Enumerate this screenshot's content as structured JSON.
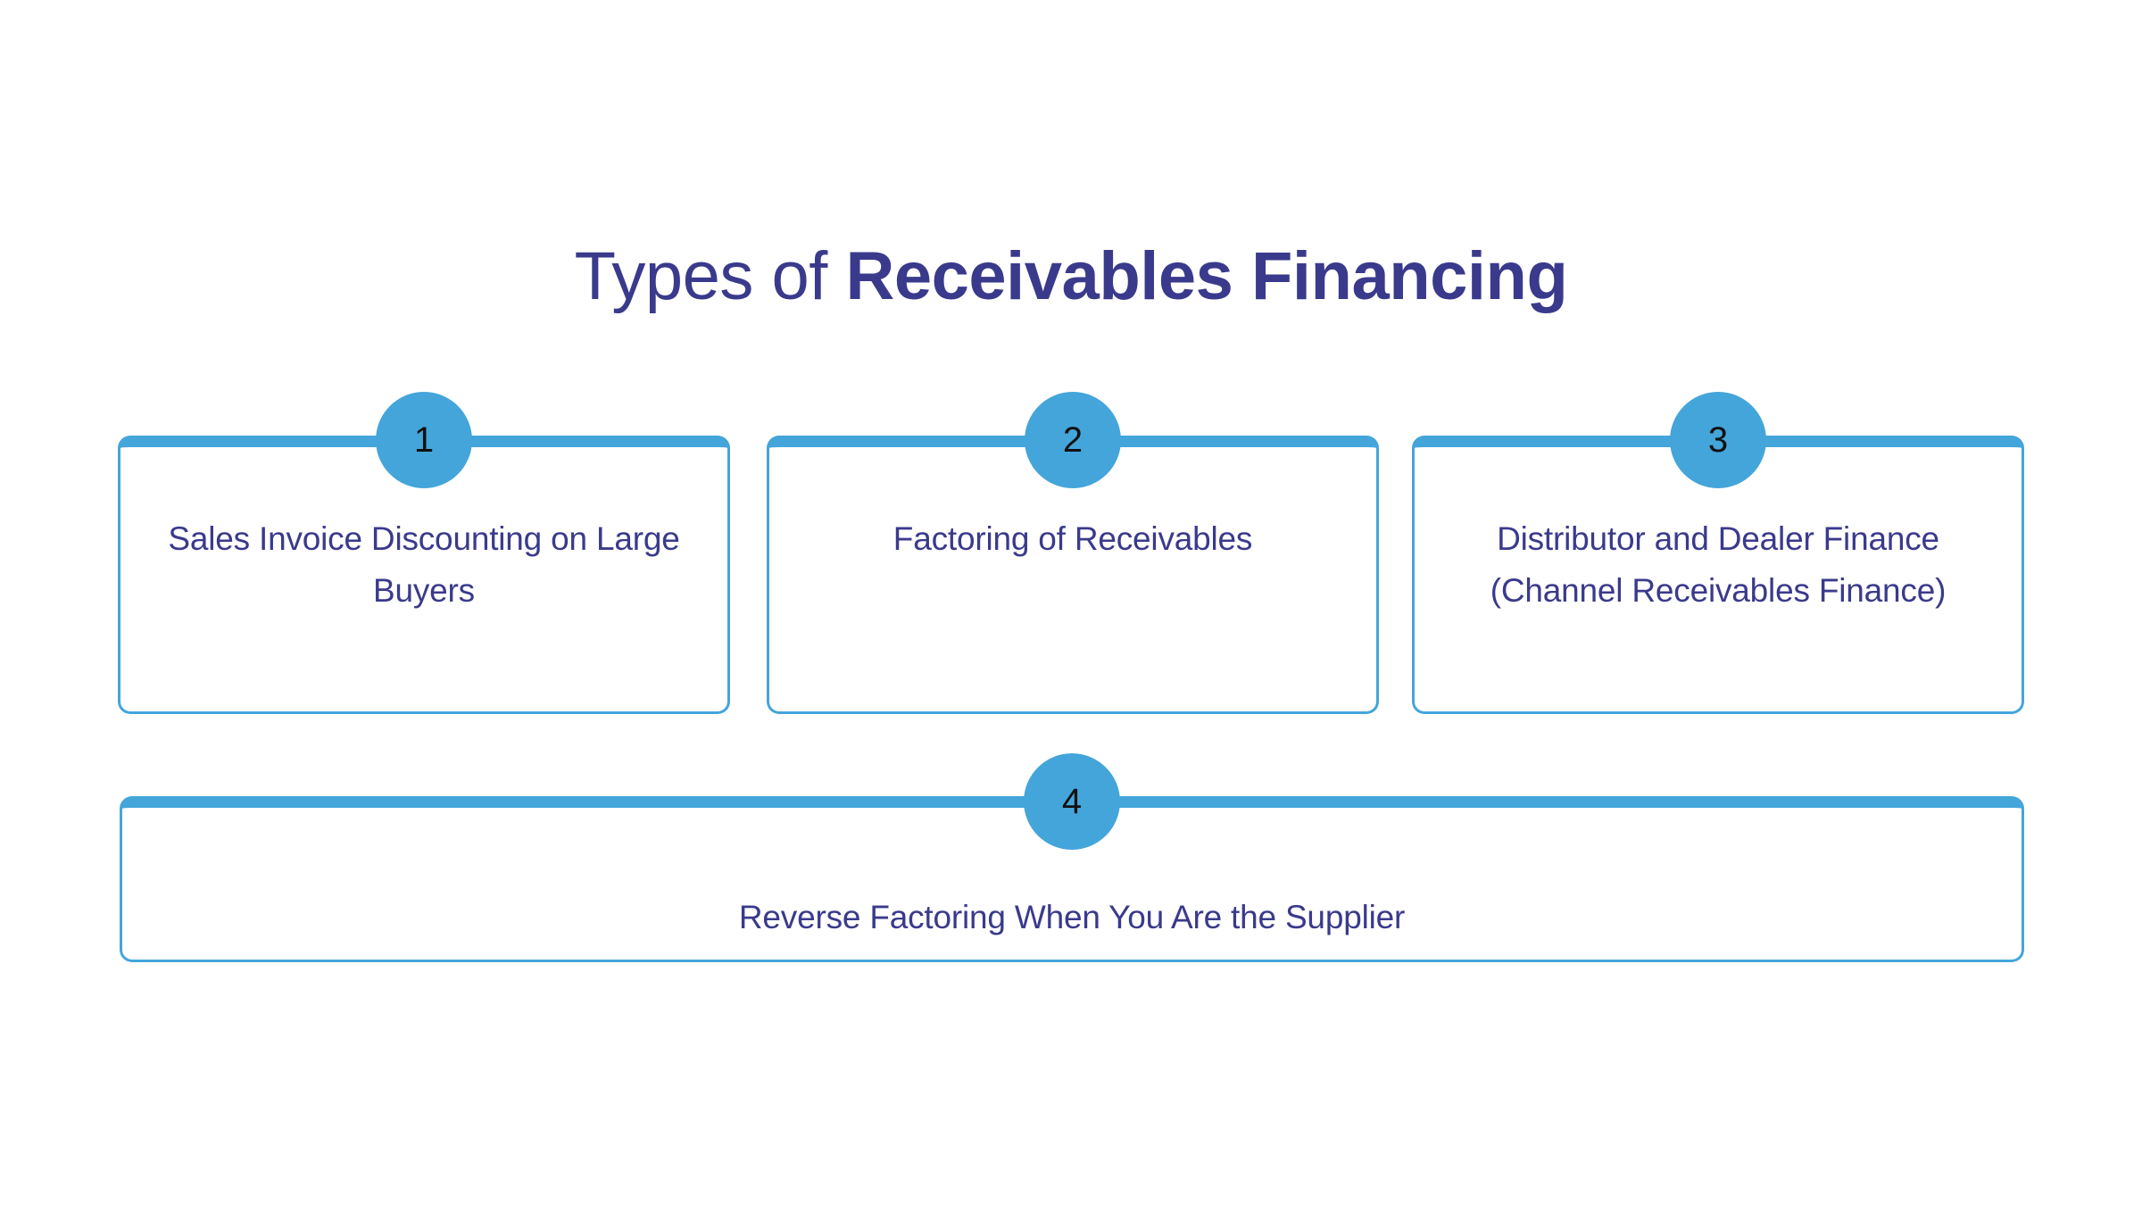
{
  "slide": {
    "background_color": "#ffffff",
    "accent_color": "#44a5da",
    "text_color": "#3a3a8c",
    "badge_number_color": "#111111"
  },
  "title": {
    "light_part": "Types of ",
    "bold_part": "Receivables Financing",
    "full_text": "Types of Receivables Financing"
  },
  "cards": [
    {
      "number": "1",
      "label": "Sales Invoice Discounting on Large Buyers"
    },
    {
      "number": "2",
      "label": "Factoring of Receivables"
    },
    {
      "number": "3",
      "label": "Distributor and Dealer Finance (Channel Receivables Finance)"
    },
    {
      "number": "4",
      "label": "Reverse Factoring When You Are the Supplier"
    }
  ]
}
